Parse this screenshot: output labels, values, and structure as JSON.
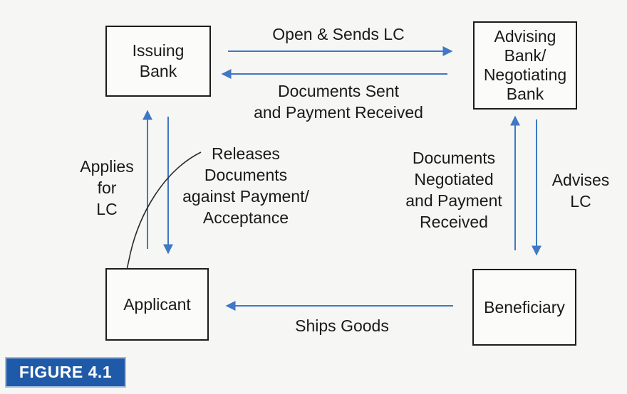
{
  "nodes": {
    "issuing_bank": "Issuing\nBank",
    "advising_bank": "Advising\nBank/\nNegotiating\nBank",
    "applicant": "Applicant",
    "beneficiary": "Beneficiary"
  },
  "edges": {
    "open_sends_lc": "Open & Sends LC",
    "documents_sent": "Documents Sent\nand Payment Received",
    "applies_for_lc": "Applies\nfor\nLC",
    "releases_documents": "Releases\nDocuments\nagainst Payment/\nAcceptance",
    "documents_negotiated": "Documents\nNegotiated\nand Payment\nReceived",
    "advises_lc": "Advises\nLC",
    "ships_goods": "Ships Goods"
  },
  "figure_label": "FIGURE 4.1",
  "colors": {
    "arrow": "#3f78c4",
    "badge": "#1f5aa8",
    "border": "#1c1c1c"
  }
}
